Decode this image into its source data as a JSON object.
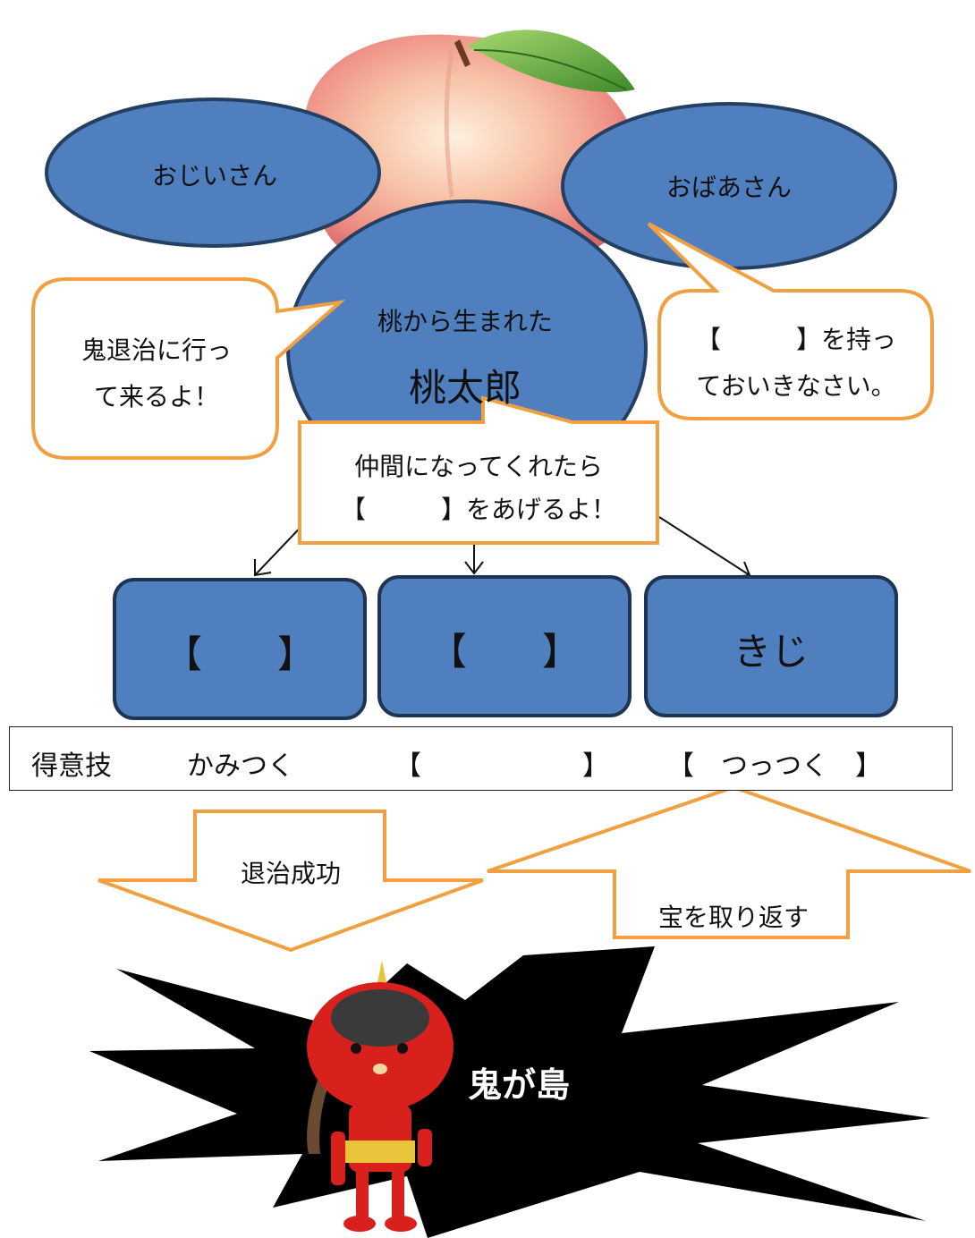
{
  "characters": {
    "grandfather": "おじいさん",
    "grandmother": "おばあさん",
    "born_from_peach": "桃から生まれた",
    "hero": "桃太郎"
  },
  "speech": {
    "hero_bubble": [
      "鬼退治に行っ",
      "て来るよ！"
    ],
    "grandmother_bubble": [
      "【　　　】を持っ",
      "ておいきなさい。"
    ],
    "hero_offer": [
      "仲間になってくれたら",
      "【　　　】をあげるよ！"
    ]
  },
  "companions": [
    {
      "label": "【　　】"
    },
    {
      "label": "【　　】"
    },
    {
      "label": "きじ"
    }
  ],
  "skills": {
    "heading": "得意技",
    "items": [
      "かみつく",
      "【　　　　　　】",
      "【　つっつく　】"
    ]
  },
  "arrows": {
    "down": "退治成功",
    "up": "宝を取り返す"
  },
  "island": {
    "label": "鬼が島"
  },
  "colors": {
    "ellipse_fill": "#4f7fbf",
    "ellipse_stroke": "#243f60",
    "bubble_stroke": "#f0a040",
    "starburst": "#000000",
    "oni_red": "#d8201c"
  }
}
